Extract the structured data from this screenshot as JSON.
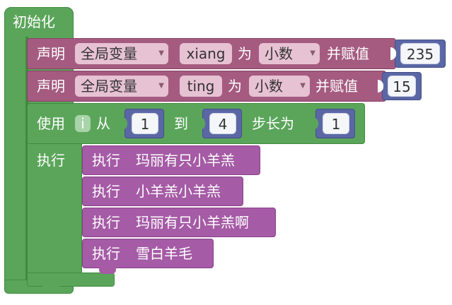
{
  "init": {
    "label": "初始化"
  },
  "declare1": {
    "kw": "声明",
    "scope": "全局变量",
    "name": "xiang",
    "as": "为",
    "type": "小数",
    "assign": "并赋值",
    "value": "235"
  },
  "declare2": {
    "kw": "声明",
    "scope": "全局变量",
    "name": "ting",
    "as": "为",
    "type": "小数",
    "assign": "并赋值",
    "value": "15"
  },
  "loop": {
    "use": "使用",
    "var": "i",
    "from": "从",
    "start": "1",
    "to": "到",
    "end": "4",
    "step_label": "步长为",
    "step": "1",
    "do": "执行"
  },
  "exec_items": [
    {
      "kw": "执行",
      "text": "玛丽有只小羊羔"
    },
    {
      "kw": "执行",
      "text": "小羊羔小羊羔"
    },
    {
      "kw": "执行",
      "text": "玛丽有只小羊羔啊"
    },
    {
      "kw": "执行",
      "text": "雪白羊毛"
    }
  ],
  "dropdown_arrow": "▼",
  "colors": {
    "event_green": "#5ba55b",
    "loop_green": "#5ba55b",
    "variable": "#a55b80",
    "number": "#5b67a5",
    "exec": "#a55ba5"
  }
}
